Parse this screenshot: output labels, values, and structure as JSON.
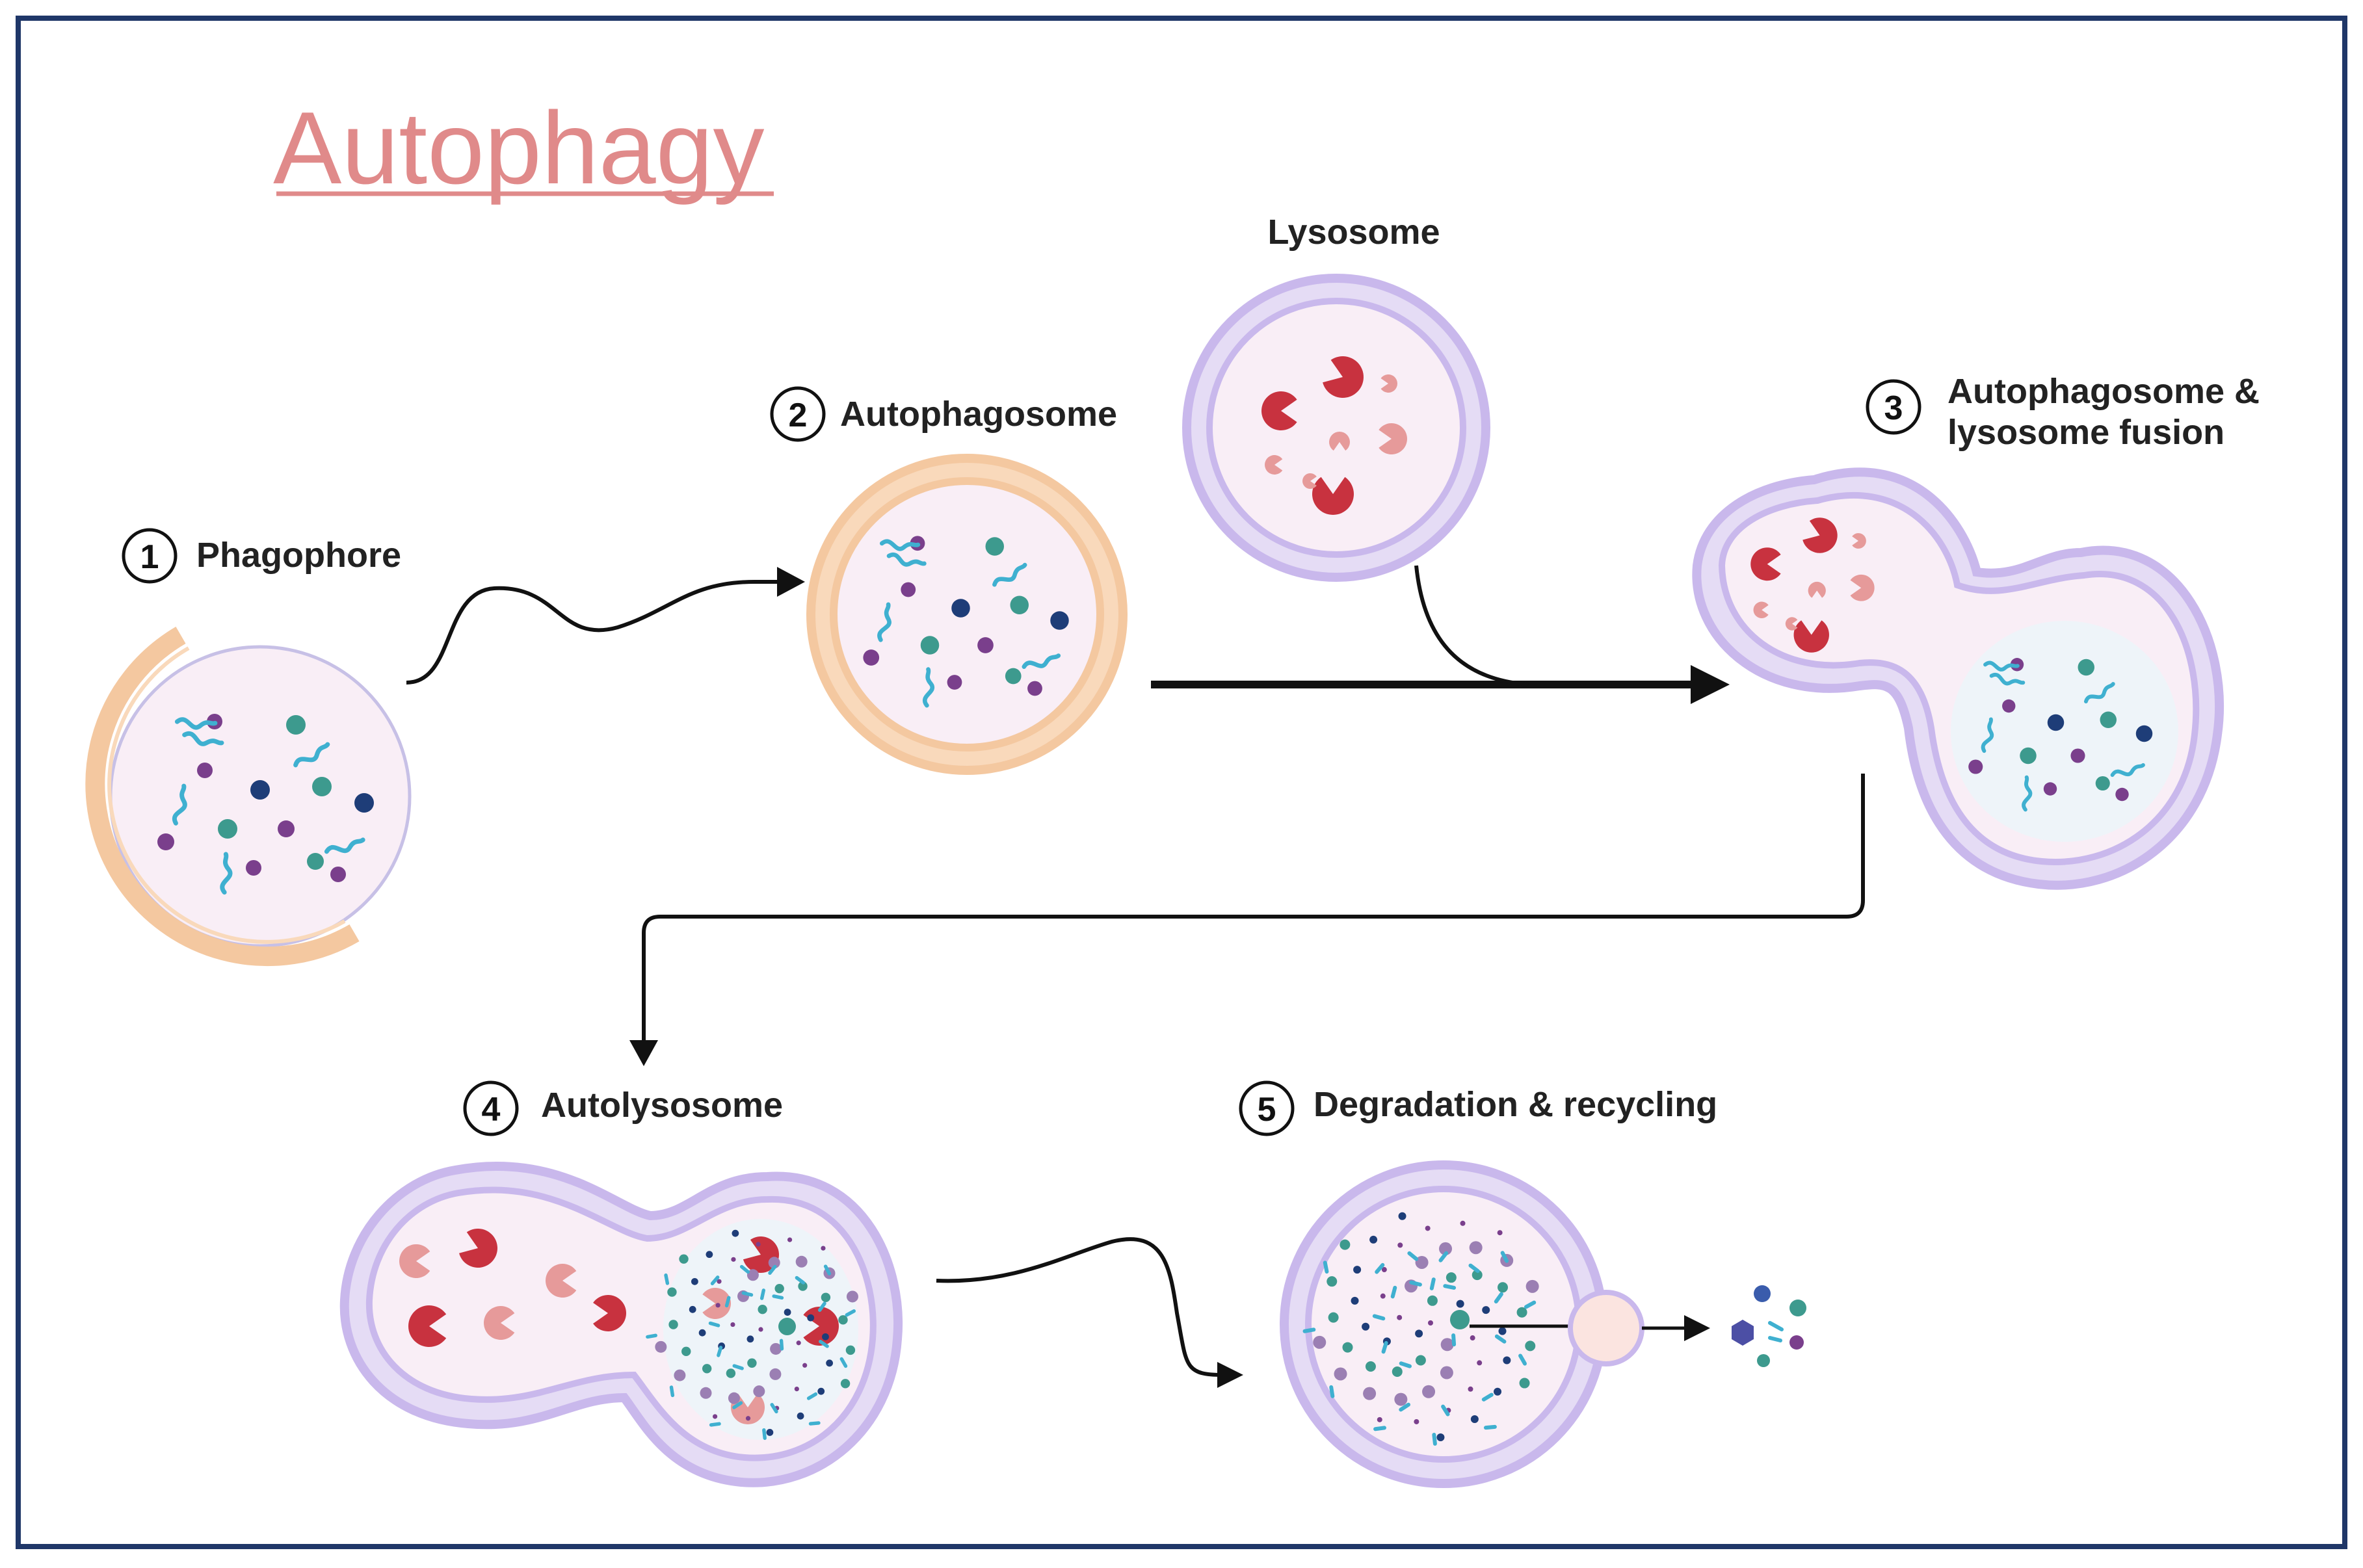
{
  "title": "Autophagy",
  "stages": [
    {
      "number": "1",
      "label": "Phagophore"
    },
    {
      "number": "2",
      "label": "Autophagosome"
    },
    {
      "number": "",
      "label": "Lysosome"
    },
    {
      "number": "3",
      "label_line1": "Autophagosome &",
      "label_line2": "lysosome fusion"
    },
    {
      "number": "4",
      "label": "Autolysosome"
    },
    {
      "number": "5",
      "label": "Degradation & recycling"
    }
  ],
  "colors": {
    "frame": "#1f3768",
    "title": "#e08a8a",
    "phagophore_membrane": "#f4c8a0",
    "lysosome_membrane": "#c9b8ec",
    "cytoplasm": "#f9eef6",
    "enzyme_dark": "#c8323f",
    "enzyme_light": "#e69a9a",
    "cargo_teal": "#3d9a8e",
    "cargo_navy": "#1e3d78",
    "cargo_purple": "#7a3f8c",
    "cargo_squiggle": "#3fb0d0",
    "arrow": "#111111"
  }
}
